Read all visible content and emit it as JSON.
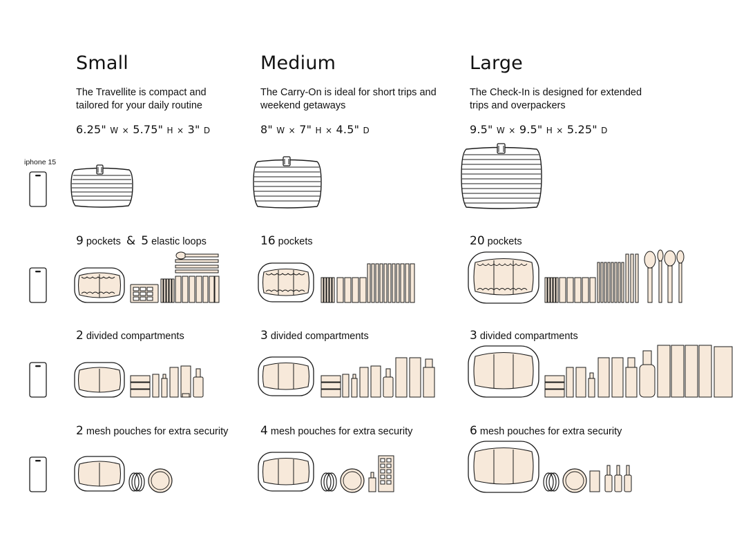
{
  "phone_label": "iphone 15",
  "colors": {
    "fill": "#f7e9da",
    "stroke": "#1a1a1a",
    "background": "#ffffff"
  },
  "columns": [
    {
      "title": "Small",
      "description": "The Travellite is compact and tailored for your daily routine",
      "dims": {
        "w": "6.25\"",
        "w_unit": "W",
        "h": "5.75\"",
        "h_unit": "H",
        "d": "3\"",
        "d_unit": "D",
        "sep": "×"
      },
      "features": [
        {
          "num": "9",
          "text": "pockets",
          "amp": "&",
          "num2": "5",
          "text2": "elastic loops"
        },
        {
          "num": "2",
          "text": "divided compartments"
        },
        {
          "num": "2",
          "text": "mesh pouches for extra security"
        }
      ]
    },
    {
      "title": "Medium",
      "description": "The Carry-On is ideal for short trips and weekend getaways",
      "dims": {
        "w": "8\"",
        "w_unit": "W",
        "h": "7\"",
        "h_unit": "H",
        "d": "4.5\"",
        "d_unit": "D",
        "sep": "×"
      },
      "features": [
        {
          "num": "16",
          "text": "pockets"
        },
        {
          "num": "3",
          "text": "divided compartments"
        },
        {
          "num": "4",
          "text": "mesh pouches for extra security"
        }
      ]
    },
    {
      "title": "Large",
      "description": "The Check-In is designed for extended trips and overpackers",
      "dims": {
        "w": "9.5\"",
        "w_unit": "W",
        "h": "9.5\"",
        "h_unit": "H",
        "d": "5.25\"",
        "d_unit": "D",
        "sep": "×"
      },
      "features": [
        {
          "num": "20",
          "text": "pockets"
        },
        {
          "num": "3",
          "text": "divided compartments"
        },
        {
          "num": "6",
          "text": "mesh pouches for extra security"
        }
      ]
    }
  ]
}
